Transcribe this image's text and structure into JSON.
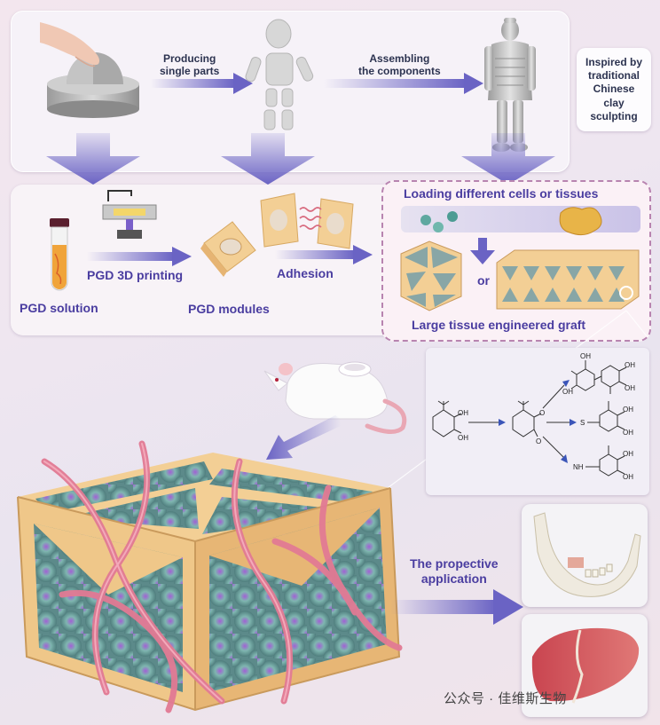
{
  "top_panel": {
    "producing_label": "Producing\nsingle parts",
    "assembling_label": "Assembling\nthe components",
    "inspired_label": "Inspired by\ntraditional\nChinese\nclay\nsculpting"
  },
  "mid_panel": {
    "pgd_solution": "PGD solution",
    "pgd_printing": "PGD 3D printing",
    "pgd_modules": "PGD modules",
    "adhesion": "Adhesion",
    "loading_label": "Loading different cells or tissues",
    "or_label": "or",
    "graft_label": "Large tissue engineered graft"
  },
  "chem": {
    "oh1": "OH",
    "oh2": "OH",
    "o1": "O",
    "o2": "O",
    "s": "S",
    "nh": "NH",
    "oh_tr1": "OH",
    "oh_tr2": "OH",
    "oh_tr3": "OH",
    "oh_tr4": "OH",
    "oh_m1": "OH",
    "oh_m2": "OH",
    "oh_b1": "OH",
    "oh_b2": "OH"
  },
  "application": {
    "label": "The propective\napplication"
  },
  "watermark": "公众号 · 佳维斯生物",
  "colors": {
    "arrow": "#6a63c4",
    "frame": "#f3cf95",
    "vessel": "#e27a94"
  }
}
